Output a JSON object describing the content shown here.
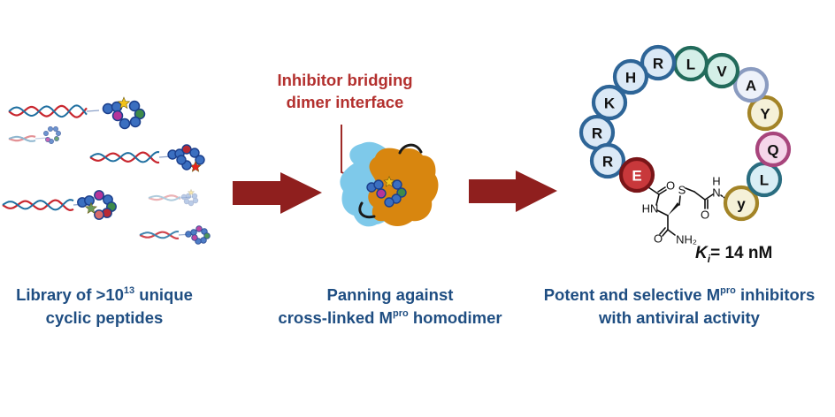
{
  "colors": {
    "arrow": "#8f1f1e",
    "label_text": "#1f4e82",
    "callout_text": "#b3302e",
    "dna_red": "#c8262e",
    "dna_blue": "#1f6fa0",
    "bead_blue": "#3b6fc0",
    "bead_blue_stroke": "#1b3f8c",
    "protein_light": "#7ec9ea",
    "protein_orange": "#d8860f"
  },
  "callout": {
    "line1": "Inhibitor bridging",
    "line2": "dimer interface"
  },
  "steps": [
    {
      "name": "library",
      "line1_pre": "Library of >10",
      "line1_sup": "13",
      "line1_post": " unique",
      "line2": "cyclic peptides"
    },
    {
      "name": "panning",
      "line1": "Panning against",
      "line2_pre": "cross-linked M",
      "line2_sup": "pro",
      "line2_post": " homodimer"
    },
    {
      "name": "inhibitors",
      "line1_pre": "Potent and selective M",
      "line1_sup": "pro",
      "line1_post": " inhibitors",
      "line2": "with antiviral activity"
    }
  ],
  "peptide": {
    "residues": [
      {
        "letter": "E",
        "fill": "#c8383b",
        "stroke": "#7a1518",
        "text": "#ffffff"
      },
      {
        "letter": "R",
        "fill": "#dbe9f6",
        "stroke": "#2e6597",
        "text": "#111111"
      },
      {
        "letter": "R",
        "fill": "#dbe9f6",
        "stroke": "#2e6597",
        "text": "#111111"
      },
      {
        "letter": "K",
        "fill": "#dbe9f6",
        "stroke": "#2e6597",
        "text": "#111111"
      },
      {
        "letter": "H",
        "fill": "#dbe9f6",
        "stroke": "#2e6597",
        "text": "#111111"
      },
      {
        "letter": "R",
        "fill": "#dbe9f6",
        "stroke": "#2e6597",
        "text": "#111111"
      },
      {
        "letter": "L",
        "fill": "#d4efe8",
        "stroke": "#226b5b",
        "text": "#111111"
      },
      {
        "letter": "V",
        "fill": "#d4efe8",
        "stroke": "#226b5b",
        "text": "#111111"
      },
      {
        "letter": "A",
        "fill": "#eef2fa",
        "stroke": "#8a9bc0",
        "text": "#111111"
      },
      {
        "letter": "Y",
        "fill": "#f5f1d8",
        "stroke": "#a38427",
        "text": "#111111"
      },
      {
        "letter": "Q",
        "fill": "#f5d6ea",
        "stroke": "#a8457c",
        "text": "#111111"
      },
      {
        "letter": "L",
        "fill": "#d9eef5",
        "stroke": "#2a6d80",
        "text": "#111111"
      },
      {
        "letter": "y",
        "fill": "#f5f1d8",
        "stroke": "#a38427",
        "text": "#111111"
      }
    ],
    "linker_atoms": {
      "o1": "O",
      "hn": "HN",
      "s": "S",
      "o2": "O",
      "h": "H",
      "n": "N",
      "o3": "O",
      "nh2": "NH₂"
    },
    "ki_label": "K",
    "ki_sub": "i",
    "ki_value": "= 14 nM"
  }
}
